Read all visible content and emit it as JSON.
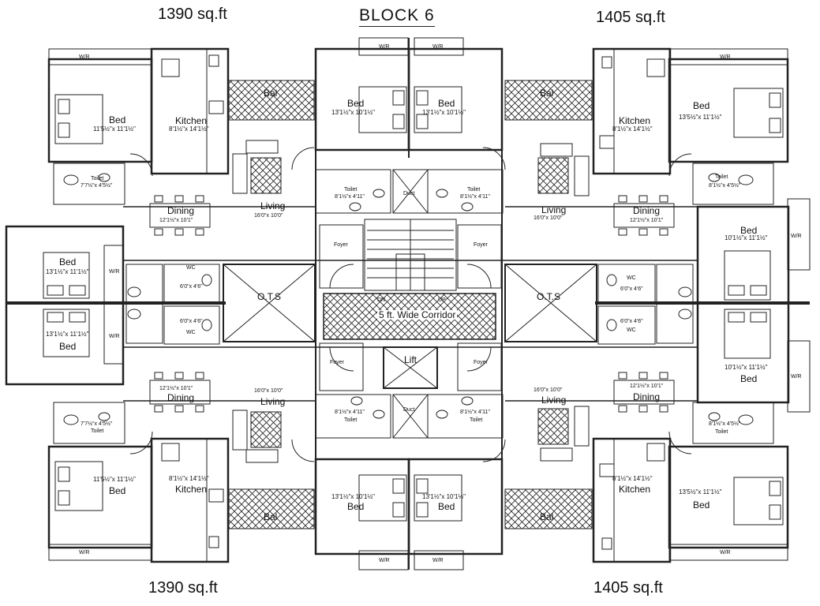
{
  "title": "BLOCK  6",
  "areas": {
    "top_left": "1390 sq.ft",
    "top_right": "1405 sq.ft",
    "bottom_left": "1390 sq.ft",
    "bottom_right": "1405 sq.ft"
  },
  "labels": {
    "wr": "W/R",
    "bed": "Bed",
    "kitchen": "Kitchen",
    "toilet": "Toilet",
    "wc": "WC",
    "dining": "Dining",
    "living": "Living",
    "bal": "Bal",
    "foyer": "Foyer",
    "duct": "Duct",
    "lift": "Lift",
    "ots": "O.T.S",
    "corridor": "5 ft. Wide Corridor",
    "dn": "DN",
    "up": "UP"
  },
  "dims": {
    "bed_left": "11'5½\"x 11'1½\"",
    "bed_side": "13'1½\"x 11'1½\"",
    "bed_center": "13'1½\"x 10'1½\"",
    "bed_right": "13'5½\"x 11'1½\"",
    "bed_right_side": "10'1½\"x 11'1½\"",
    "kitchen": "8'1½\"x 14'1½\"",
    "toilet_small": "7'7½\"x 4'5½\"",
    "toilet_center": "8'1½\"x 4'11\"",
    "toilet_right": "8'1½\"x 4'5½\"",
    "wc": "6'0\"x 4'6\"",
    "dining": "12'1½\"x 10'1\"",
    "living": "16'0\"x 10'0\""
  }
}
